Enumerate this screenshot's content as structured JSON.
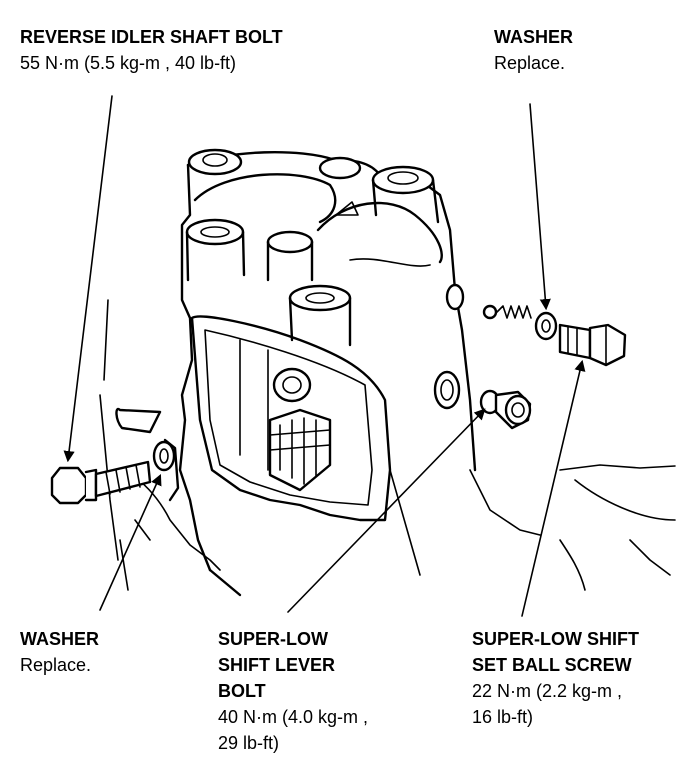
{
  "callouts": {
    "reverse_idler_bolt": {
      "title": "REVERSE IDLER SHAFT BOLT",
      "spec": "55 N·m (5.5 kg-m , 40 lb-ft)"
    },
    "washer_top": {
      "title": "WASHER",
      "spec": "Replace."
    },
    "washer_bottom": {
      "title": "WASHER",
      "spec": "Replace."
    },
    "super_low_lever_bolt": {
      "title_line1": "SUPER-LOW",
      "title_line2": "SHIFT LEVER",
      "title_line3": "BOLT",
      "spec_line1": "40 N·m (4.0 kg-m ,",
      "spec_line2": "29 lb-ft)"
    },
    "super_low_ball_screw": {
      "title_line1": "SUPER-LOW SHIFT",
      "title_line2": "SET BALL SCREW",
      "spec_line1": "22 N·m (2.2 kg-m ,",
      "spec_line2": "16 lb-ft)"
    }
  },
  "colors": {
    "ink": "#000000",
    "paper": "#ffffff"
  }
}
